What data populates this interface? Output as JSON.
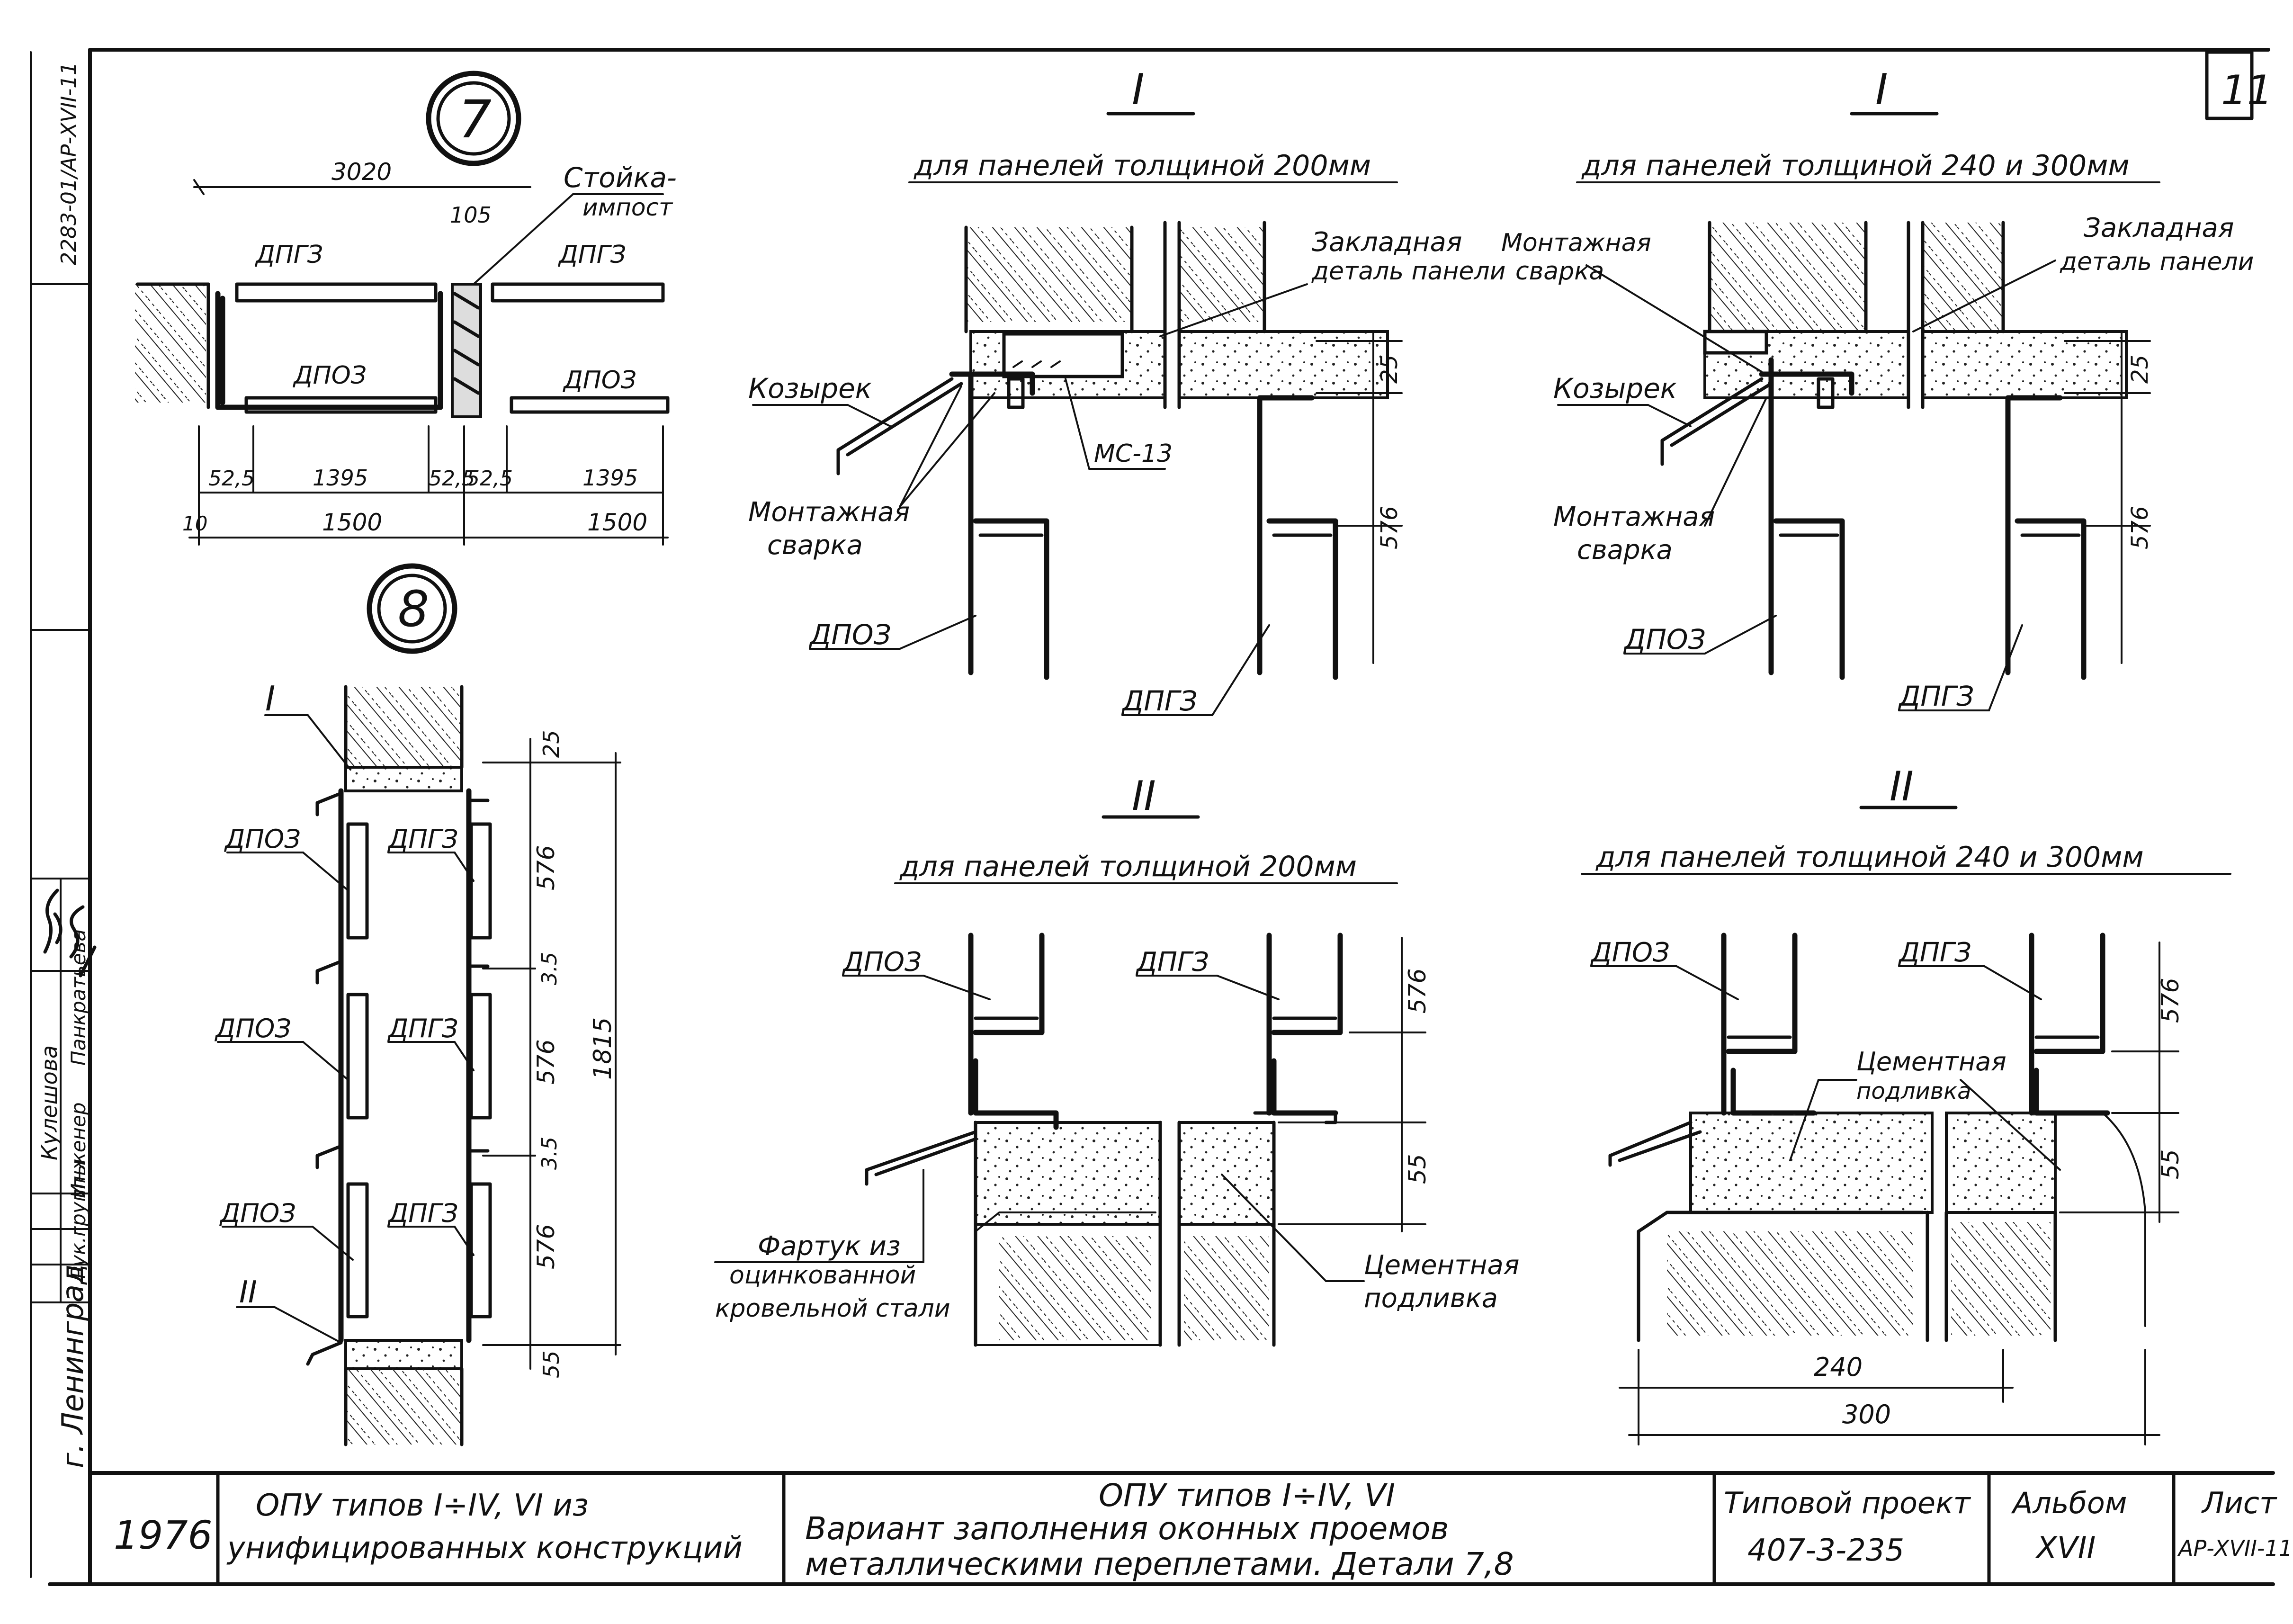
{
  "sheet": {
    "number": "11",
    "side_stamp": "2283-01/АР-ХVII-11"
  },
  "side_panel": {
    "city": "г. Ленинград",
    "role_1": "Рук.группы",
    "name_1": "Кулешова",
    "role_2": "Инженер",
    "name_2": "Панкратьева"
  },
  "detail_7": {
    "number": "7",
    "label_post": "Стойка-импост",
    "dim_total": "3020",
    "dim_gap": "105",
    "label_dpg_left": "ДПГЗ",
    "label_dpg_right": "ДПГЗ",
    "label_dpo_left": "ДПОЗ",
    "label_dpo_right": "ДПОЗ",
    "dim_a": "52,5",
    "dim_b": "1395",
    "dim_c": "52,5",
    "dim_d": "52,5",
    "dim_e": "1395",
    "dim_f": "10",
    "dim_g": "1500",
    "dim_h": "1500"
  },
  "detail_8": {
    "number": "8",
    "mark_top": "I",
    "mark_bottom": "II",
    "dpo_1": "ДПОЗ",
    "dpo_2": "ДПОЗ",
    "dpo_3": "ДПОЗ",
    "dpg_1": "ДПГЗ",
    "dpg_2": "ДПГЗ",
    "dpg_3": "ДПГЗ",
    "dim_25": "25",
    "dim_576a": "576",
    "dim_35a": "3.5",
    "dim_576b": "576",
    "dim_35b": "3.5",
    "dim_576c": "576",
    "dim_55": "55",
    "dim_total": "1815"
  },
  "section_I_200": {
    "mark": "I",
    "subtitle": "для панелей толщиной 200мм",
    "label_embed": "Закладная деталь панели",
    "label_visor": "Козырек",
    "label_weld": "Монтажная сварка",
    "label_mc": "МС-13",
    "label_dpo": "ДПОЗ",
    "label_dpg": "ДПГЗ",
    "dim_25": "25",
    "dim_576": "576"
  },
  "section_I_240": {
    "mark": "I",
    "subtitle": "для панелей толщиной 240 и 300мм",
    "label_weld_top": "Монтажная сварка",
    "label_embed": "Закладная деталь панели",
    "label_visor": "Козырек",
    "label_weld": "Монтажная сварка",
    "label_dpo": "ДПОЗ",
    "label_dpg": "ДПГЗ",
    "dim_25": "25",
    "dim_576": "576"
  },
  "section_II_200": {
    "mark": "II",
    "subtitle": "для панелей толщиной 200мм",
    "label_dpo": "ДПОЗ",
    "label_dpg": "ДПГЗ",
    "label_apron": "Фартук из оцинкованной кровельной стали",
    "label_cement": "Цементная подливка",
    "dim_576": "576",
    "dim_55": "55"
  },
  "section_II_240": {
    "mark": "II",
    "subtitle": "для панелей толщиной 240 и 300мм",
    "label_dpo": "ДПОЗ",
    "label_dpg": "ДПГЗ",
    "label_cement": "Цементная подливка",
    "dim_576": "576",
    "dim_55": "55",
    "dim_240": "240",
    "dim_300": "300"
  },
  "title_block": {
    "year": "1976",
    "left_text": "ОПУ типов I÷IV, VI из унифицированных конструкций",
    "center_line_1": "ОПУ типов I÷IV, VI",
    "center_line_2": "Вариант заполнения оконных проемов",
    "center_line_3": "металлическими переплетами. Детали 7,8",
    "project_label": "Типовой проект",
    "project_number": "407-3-235",
    "album_label": "Альбом",
    "album_number": "XVII",
    "sheet_label": "Лист",
    "sheet_code": "АР-XVII-11"
  }
}
